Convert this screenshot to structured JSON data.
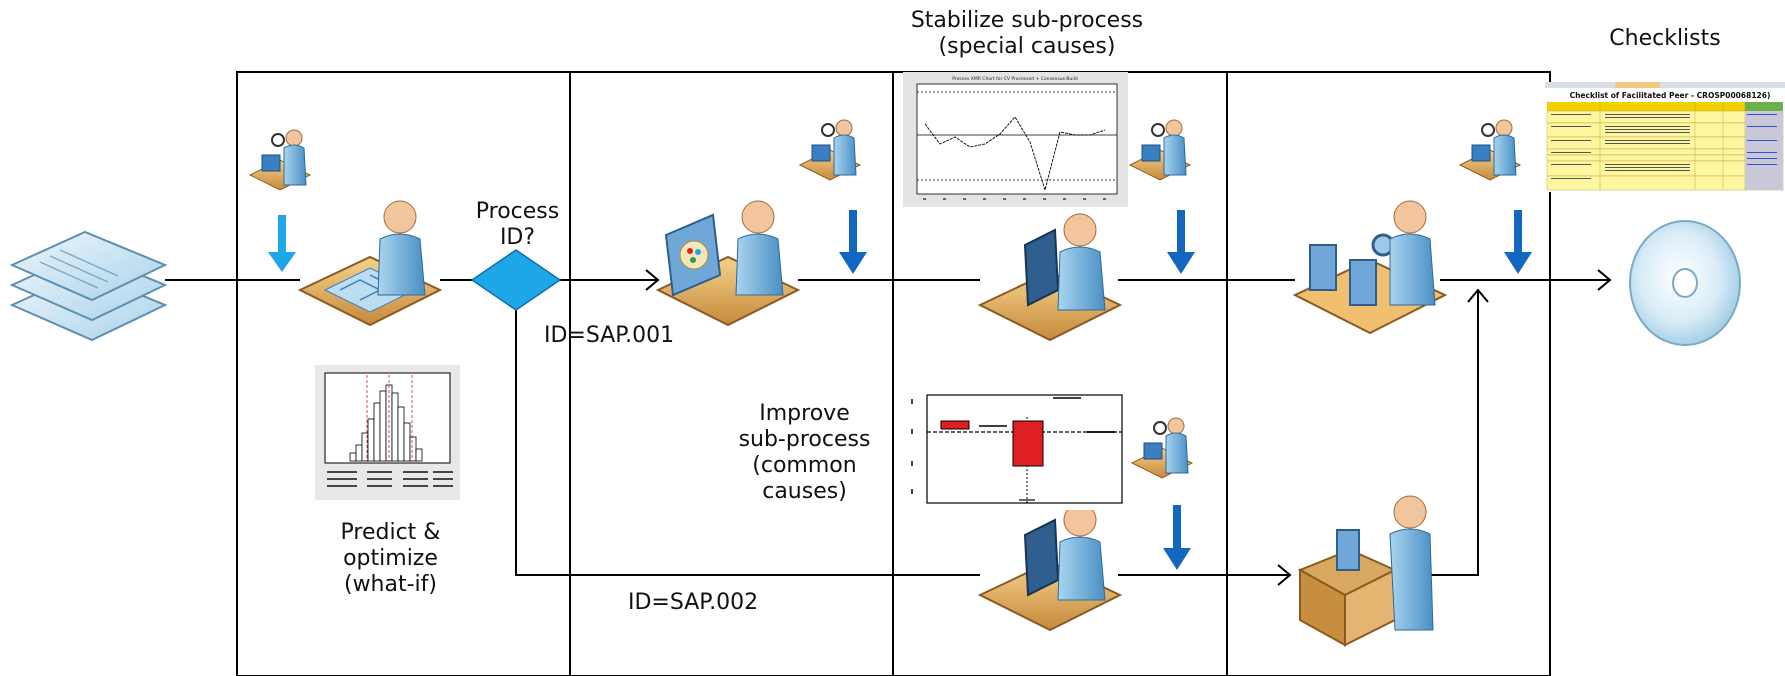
{
  "labels": {
    "stabilize_line1": "Stabilize sub-process",
    "stabilize_line2": "(special causes)",
    "checklists": "Checklists",
    "process_id_line1": "Process",
    "process_id_line2": "ID?",
    "id_sap001": "ID=SAP.001",
    "id_sap002": "ID=SAP.002",
    "predict_line1": "Predict &",
    "predict_line2": "optimize",
    "predict_line3": "(what-if)",
    "improve_line1": "Improve",
    "improve_line2": "sub-process",
    "improve_line3": "(common",
    "improve_line4": "causes)"
  },
  "thumbnails": {
    "control_chart_title": "Process XMR Chart for CV Processed + Consensus-Build",
    "checklist_title": "Checklist of Facilitated Peer - CROSP00068126)"
  },
  "icons": [
    "documents-stack-icon",
    "inspector-icon",
    "designer-at-desk-icon",
    "decision-diamond-icon",
    "painter-at-computer-icon",
    "worker-at-computer-icon",
    "assembly-line-worker-icon",
    "packaging-worker-icon",
    "cd-disc-icon",
    "histogram-thumbnail",
    "control-chart-thumbnail",
    "boxplot-thumbnail",
    "checklist-spreadsheet-thumbnail"
  ],
  "colors": {
    "arrow_light_blue": "#1ea7e8",
    "arrow_dark_blue": "#1467c0",
    "diamond": "#1ea7e8",
    "line": "#000000",
    "boxplot_red": "#e02020"
  }
}
